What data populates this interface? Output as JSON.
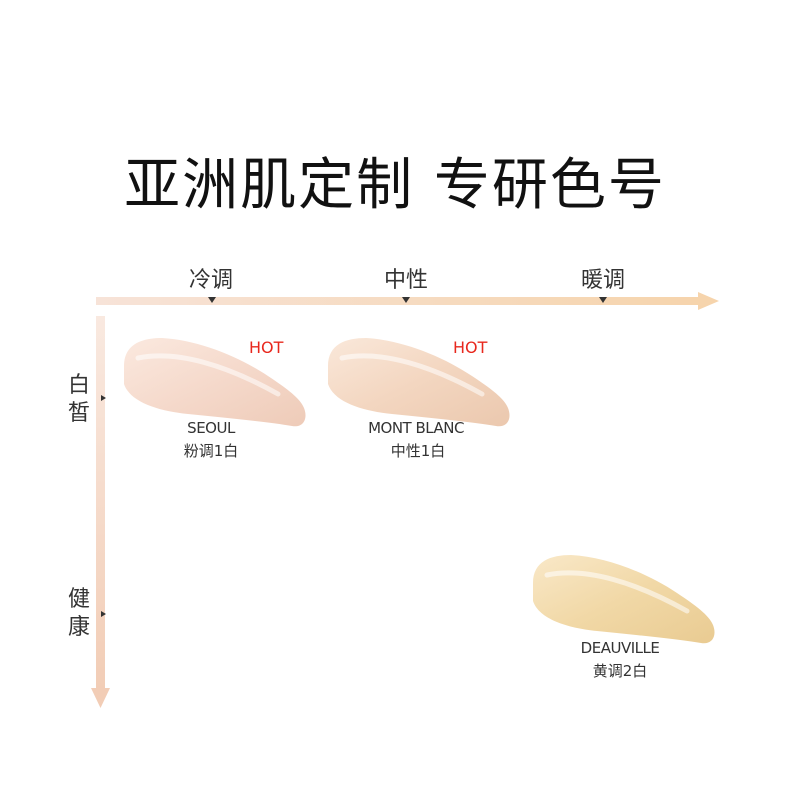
{
  "title": "亚洲肌定制 专研色号",
  "tone_axis": {
    "labels": [
      "冷调",
      "中性",
      "暖调"
    ]
  },
  "depth_axis": {
    "labels": [
      "白皙",
      "健康"
    ]
  },
  "shades": [
    {
      "name": "SEOUL",
      "desc": "粉调1白",
      "badge": "HOT",
      "color": "#f5d9cb"
    },
    {
      "name": "MONT BLANC",
      "desc": "中性1白",
      "badge": "HOT",
      "color": "#f3d6c0"
    },
    {
      "name": "DEAUVILLE",
      "desc": "黄调2白",
      "badge": "",
      "color": "#f1d8a6"
    }
  ],
  "colors": {
    "horizontal_arrow_start": "#f7dfd3",
    "horizontal_arrow_end": "#f6d6ae",
    "vertical_arrow_start": "#f8e6dc",
    "vertical_arrow_end": "#f2ccb4",
    "hot": "#e8281e"
  }
}
